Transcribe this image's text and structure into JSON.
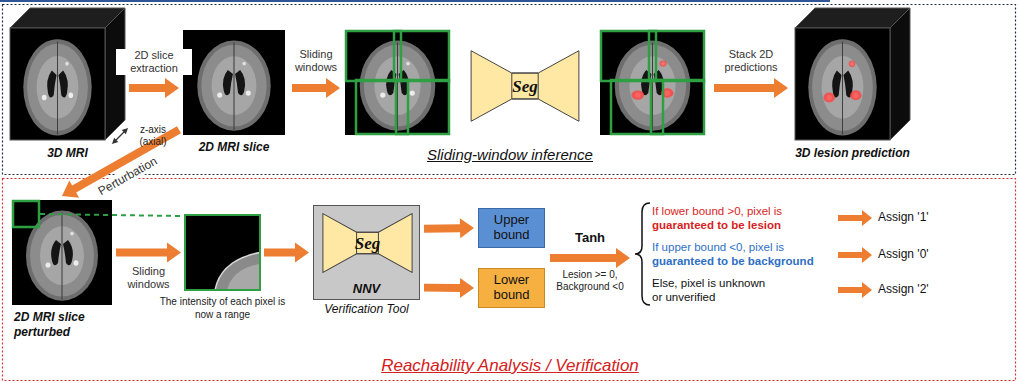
{
  "diagram": {
    "nodes": [
      {
        "text": [
          "3D MRI"
        ]
      },
      {
        "text": [
          "2D MRI slice"
        ]
      },
      {
        "text": [
          "Seg"
        ]
      },
      {
        "text": [
          "3D lesion prediction"
        ]
      },
      {
        "text": [
          "2D MRI slice perturbed"
        ]
      },
      {
        "text": [
          "The intensity of each pixel is now a range"
        ]
      },
      {
        "text": [
          "NNV",
          "Verification Tool"
        ]
      },
      {
        "text": [
          "Seg"
        ],
        "in": 6
      },
      {
        "text": [
          "Upper bound"
        ]
      },
      {
        "text": [
          "Lower bound"
        ]
      }
    ],
    "edges": [
      {
        "from": 0,
        "to": 1,
        "label": "2D slice extraction",
        "arrow": "to"
      },
      {
        "from": 1,
        "to": 4,
        "label": "Perturbation",
        "arrow": "to"
      },
      {
        "from": 4,
        "to": 5,
        "label": "Sliding windows",
        "arrow": "to"
      },
      {
        "from": 5,
        "to": 6,
        "arrow": "to"
      },
      {
        "from": 6,
        "to": 8,
        "arrow": "to"
      },
      {
        "from": 6,
        "to": 9,
        "arrow": "to"
      }
    ],
    "labels": [
      "z-axis (axial)",
      "Sliding windows",
      "Stack 2D predictions",
      "Sliding-window inference",
      "Tanh",
      "Lesion >= 0, Background <0",
      "If lower bound >0, pixel is",
      "guaranteed to be lesion",
      "If upper bound <0, pixel is",
      "guaranteed to be background",
      "Else, pixel is unknown or unverified",
      "Assign '1'",
      "Assign '0'",
      "Assign '2'",
      "Reachability Analysis / Verification"
    ]
  }
}
